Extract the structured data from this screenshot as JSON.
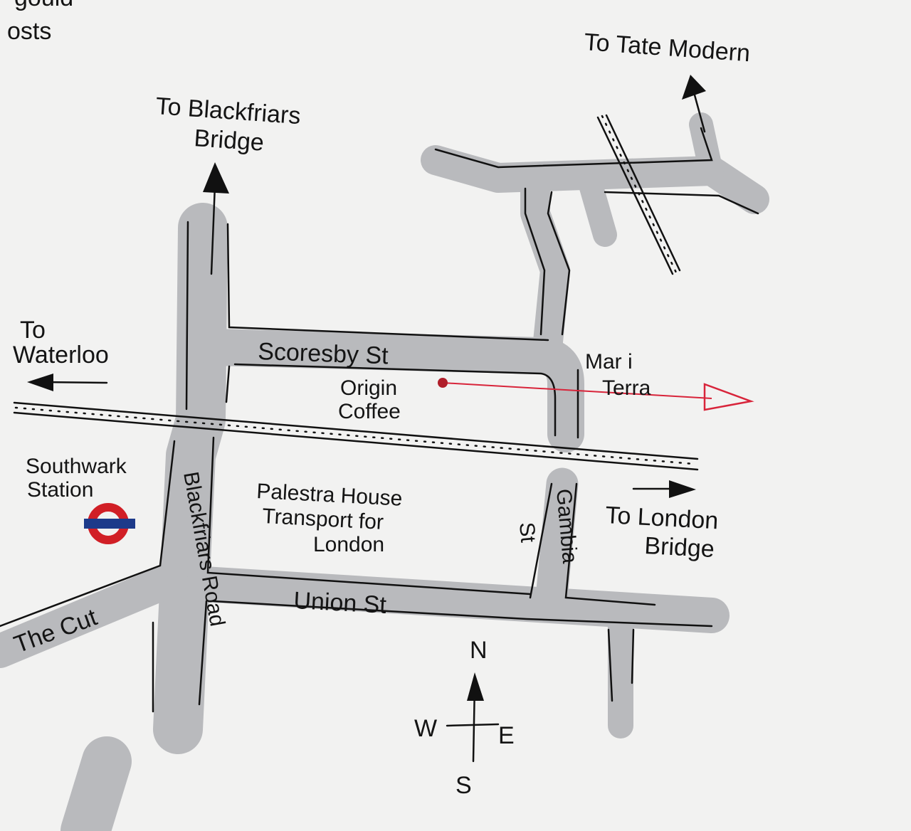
{
  "corner_text": [
    "gould",
    "osts"
  ],
  "labels": {
    "to_blackfriars_bridge": [
      "To Blackfriars",
      "Bridge"
    ],
    "to_tate_modern": "To Tate Modern",
    "to_waterloo": [
      "To",
      "Waterloo"
    ],
    "scoresby_st": "Scoresby St",
    "origin_coffee": [
      "Origin",
      "Coffee"
    ],
    "mar_i_terra": [
      "Mar i",
      "Terra"
    ],
    "southwark_station": [
      "Southwark",
      "Station"
    ],
    "blackfriars_road": "Blackfriars Road",
    "palestra_house": [
      "Palestra House",
      "Transport for",
      "London"
    ],
    "gambia_st": [
      "Gambia",
      "St"
    ],
    "to_london_bridge": [
      "To London",
      "Bridge"
    ],
    "union_st": "Union St",
    "the_cut": "The Cut"
  },
  "compass": {
    "n": "N",
    "s": "S",
    "e": "E",
    "w": "W"
  },
  "colors": {
    "road": "#b9babd",
    "ink": "#141414",
    "route": "#d8243a",
    "underground_red": "#d11f26",
    "underground_blue": "#1d3a8a"
  }
}
